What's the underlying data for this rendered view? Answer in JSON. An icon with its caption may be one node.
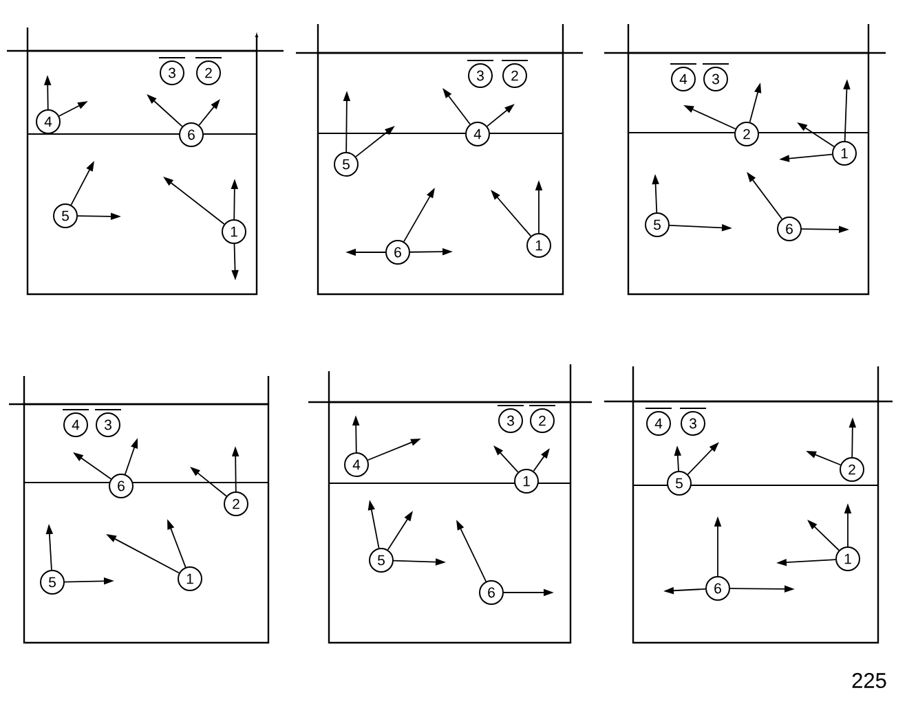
{
  "diagram": {
    "nodes": [
      {
        "text": [],
        "shape": "box"
      },
      {
        "text": [
          "3"
        ],
        "in": 0
      },
      {
        "text": [
          "2"
        ],
        "in": 0
      },
      {
        "text": [
          "4"
        ],
        "in": 0
      },
      {
        "text": [
          "6"
        ],
        "in": 0
      },
      {
        "text": [
          "5"
        ],
        "in": 0
      },
      {
        "text": [
          "1"
        ],
        "in": 0
      },
      {
        "text": [],
        "shape": "box"
      },
      {
        "text": [
          "3"
        ],
        "in": 7
      },
      {
        "text": [
          "2"
        ],
        "in": 7
      },
      {
        "text": [
          "4"
        ],
        "in": 7
      },
      {
        "text": [
          "5"
        ],
        "in": 7
      },
      {
        "text": [
          "6"
        ],
        "in": 7
      },
      {
        "text": [
          "1"
        ],
        "in": 7
      },
      {
        "text": [],
        "shape": "box"
      },
      {
        "text": [
          "4"
        ],
        "in": 14
      },
      {
        "text": [
          "3"
        ],
        "in": 14
      },
      {
        "text": [
          "2"
        ],
        "in": 14
      },
      {
        "text": [
          "1"
        ],
        "in": 14
      },
      {
        "text": [
          "5"
        ],
        "in": 14
      },
      {
        "text": [
          "6"
        ],
        "in": 14
      },
      {
        "text": [],
        "shape": "box"
      },
      {
        "text": [
          "4"
        ],
        "in": 21
      },
      {
        "text": [
          "3"
        ],
        "in": 21
      },
      {
        "text": [
          "6"
        ],
        "in": 21
      },
      {
        "text": [
          "2"
        ],
        "in": 21
      },
      {
        "text": [
          "5"
        ],
        "in": 21
      },
      {
        "text": [
          "1"
        ],
        "in": 21
      },
      {
        "text": [],
        "shape": "box"
      },
      {
        "text": [
          "3"
        ],
        "in": 28
      },
      {
        "text": [
          "2"
        ],
        "in": 28
      },
      {
        "text": [
          "4"
        ],
        "in": 28
      },
      {
        "text": [
          "1"
        ],
        "in": 28
      },
      {
        "text": [
          "5"
        ],
        "in": 28
      },
      {
        "text": [
          "6"
        ],
        "in": 28
      },
      {
        "text": [],
        "shape": "box"
      },
      {
        "text": [
          "4"
        ],
        "in": 35
      },
      {
        "text": [
          "3"
        ],
        "in": 35
      },
      {
        "text": [
          "5"
        ],
        "in": 35
      },
      {
        "text": [
          "2"
        ],
        "in": 35
      },
      {
        "text": [
          "1"
        ],
        "in": 35
      },
      {
        "text": [
          "6"
        ],
        "in": 35
      }
    ],
    "edges": [
      {
        "from": 3,
        "to": null,
        "arrow": "to"
      },
      {
        "from": 3,
        "to": null,
        "arrow": "to"
      },
      {
        "from": 4,
        "to": null,
        "arrow": "to"
      },
      {
        "from": 4,
        "to": null,
        "arrow": "to"
      },
      {
        "from": 5,
        "to": null,
        "arrow": "to"
      },
      {
        "from": 5,
        "to": null,
        "arrow": "to"
      },
      {
        "from": 6,
        "to": null,
        "arrow": "to"
      },
      {
        "from": 6,
        "to": null,
        "arrow": "to"
      },
      {
        "from": 6,
        "to": null,
        "arrow": "to"
      },
      {
        "from": 10,
        "to": null,
        "arrow": "to"
      },
      {
        "from": 10,
        "to": null,
        "arrow": "to"
      },
      {
        "from": 11,
        "to": null,
        "arrow": "to"
      },
      {
        "from": 11,
        "to": null,
        "arrow": "to"
      },
      {
        "from": 12,
        "to": null,
        "arrow": "to"
      },
      {
        "from": 12,
        "to": null,
        "arrow": "to"
      },
      {
        "from": 12,
        "to": null,
        "arrow": "to"
      },
      {
        "from": 13,
        "to": null,
        "arrow": "to"
      },
      {
        "from": 13,
        "to": null,
        "arrow": "to"
      },
      {
        "from": 17,
        "to": null,
        "arrow": "to"
      },
      {
        "from": 17,
        "to": null,
        "arrow": "to"
      },
      {
        "from": 18,
        "to": null,
        "arrow": "to"
      },
      {
        "from": 18,
        "to": null,
        "arrow": "to"
      },
      {
        "from": 18,
        "to": null,
        "arrow": "to"
      },
      {
        "from": 19,
        "to": null,
        "arrow": "to"
      },
      {
        "from": 19,
        "to": null,
        "arrow": "to"
      },
      {
        "from": 20,
        "to": null,
        "arrow": "to"
      },
      {
        "from": 20,
        "to": null,
        "arrow": "to"
      },
      {
        "from": 24,
        "to": null,
        "arrow": "to"
      },
      {
        "from": 24,
        "to": null,
        "arrow": "to"
      },
      {
        "from": 25,
        "to": null,
        "arrow": "to"
      },
      {
        "from": 25,
        "to": null,
        "arrow": "to"
      },
      {
        "from": 26,
        "to": null,
        "arrow": "to"
      },
      {
        "from": 26,
        "to": null,
        "arrow": "to"
      },
      {
        "from": 27,
        "to": null,
        "arrow": "to"
      },
      {
        "from": 27,
        "to": null,
        "arrow": "to"
      },
      {
        "from": 31,
        "to": null,
        "arrow": "to"
      },
      {
        "from": 31,
        "to": null,
        "arrow": "to"
      },
      {
        "from": 32,
        "to": null,
        "arrow": "to"
      },
      {
        "from": 32,
        "to": null,
        "arrow": "to"
      },
      {
        "from": 33,
        "to": null,
        "arrow": "to"
      },
      {
        "from": 33,
        "to": null,
        "arrow": "to"
      },
      {
        "from": 33,
        "to": null,
        "arrow": "to"
      },
      {
        "from": 34,
        "to": null,
        "arrow": "to"
      },
      {
        "from": 34,
        "to": null,
        "arrow": "to"
      },
      {
        "from": 38,
        "to": null,
        "arrow": "to"
      },
      {
        "from": 38,
        "to": null,
        "arrow": "to"
      },
      {
        "from": 39,
        "to": null,
        "arrow": "to"
      },
      {
        "from": 39,
        "to": null,
        "arrow": "to"
      },
      {
        "from": 40,
        "to": null,
        "arrow": "to"
      },
      {
        "from": 40,
        "to": null,
        "arrow": "to"
      },
      {
        "from": 40,
        "to": null,
        "arrow": "to"
      },
      {
        "from": 41,
        "to": null,
        "arrow": "to"
      },
      {
        "from": 41,
        "to": null,
        "arrow": "to"
      },
      {
        "from": 41,
        "to": null,
        "arrow": "to"
      }
    ],
    "labels": [
      "225"
    ]
  }
}
